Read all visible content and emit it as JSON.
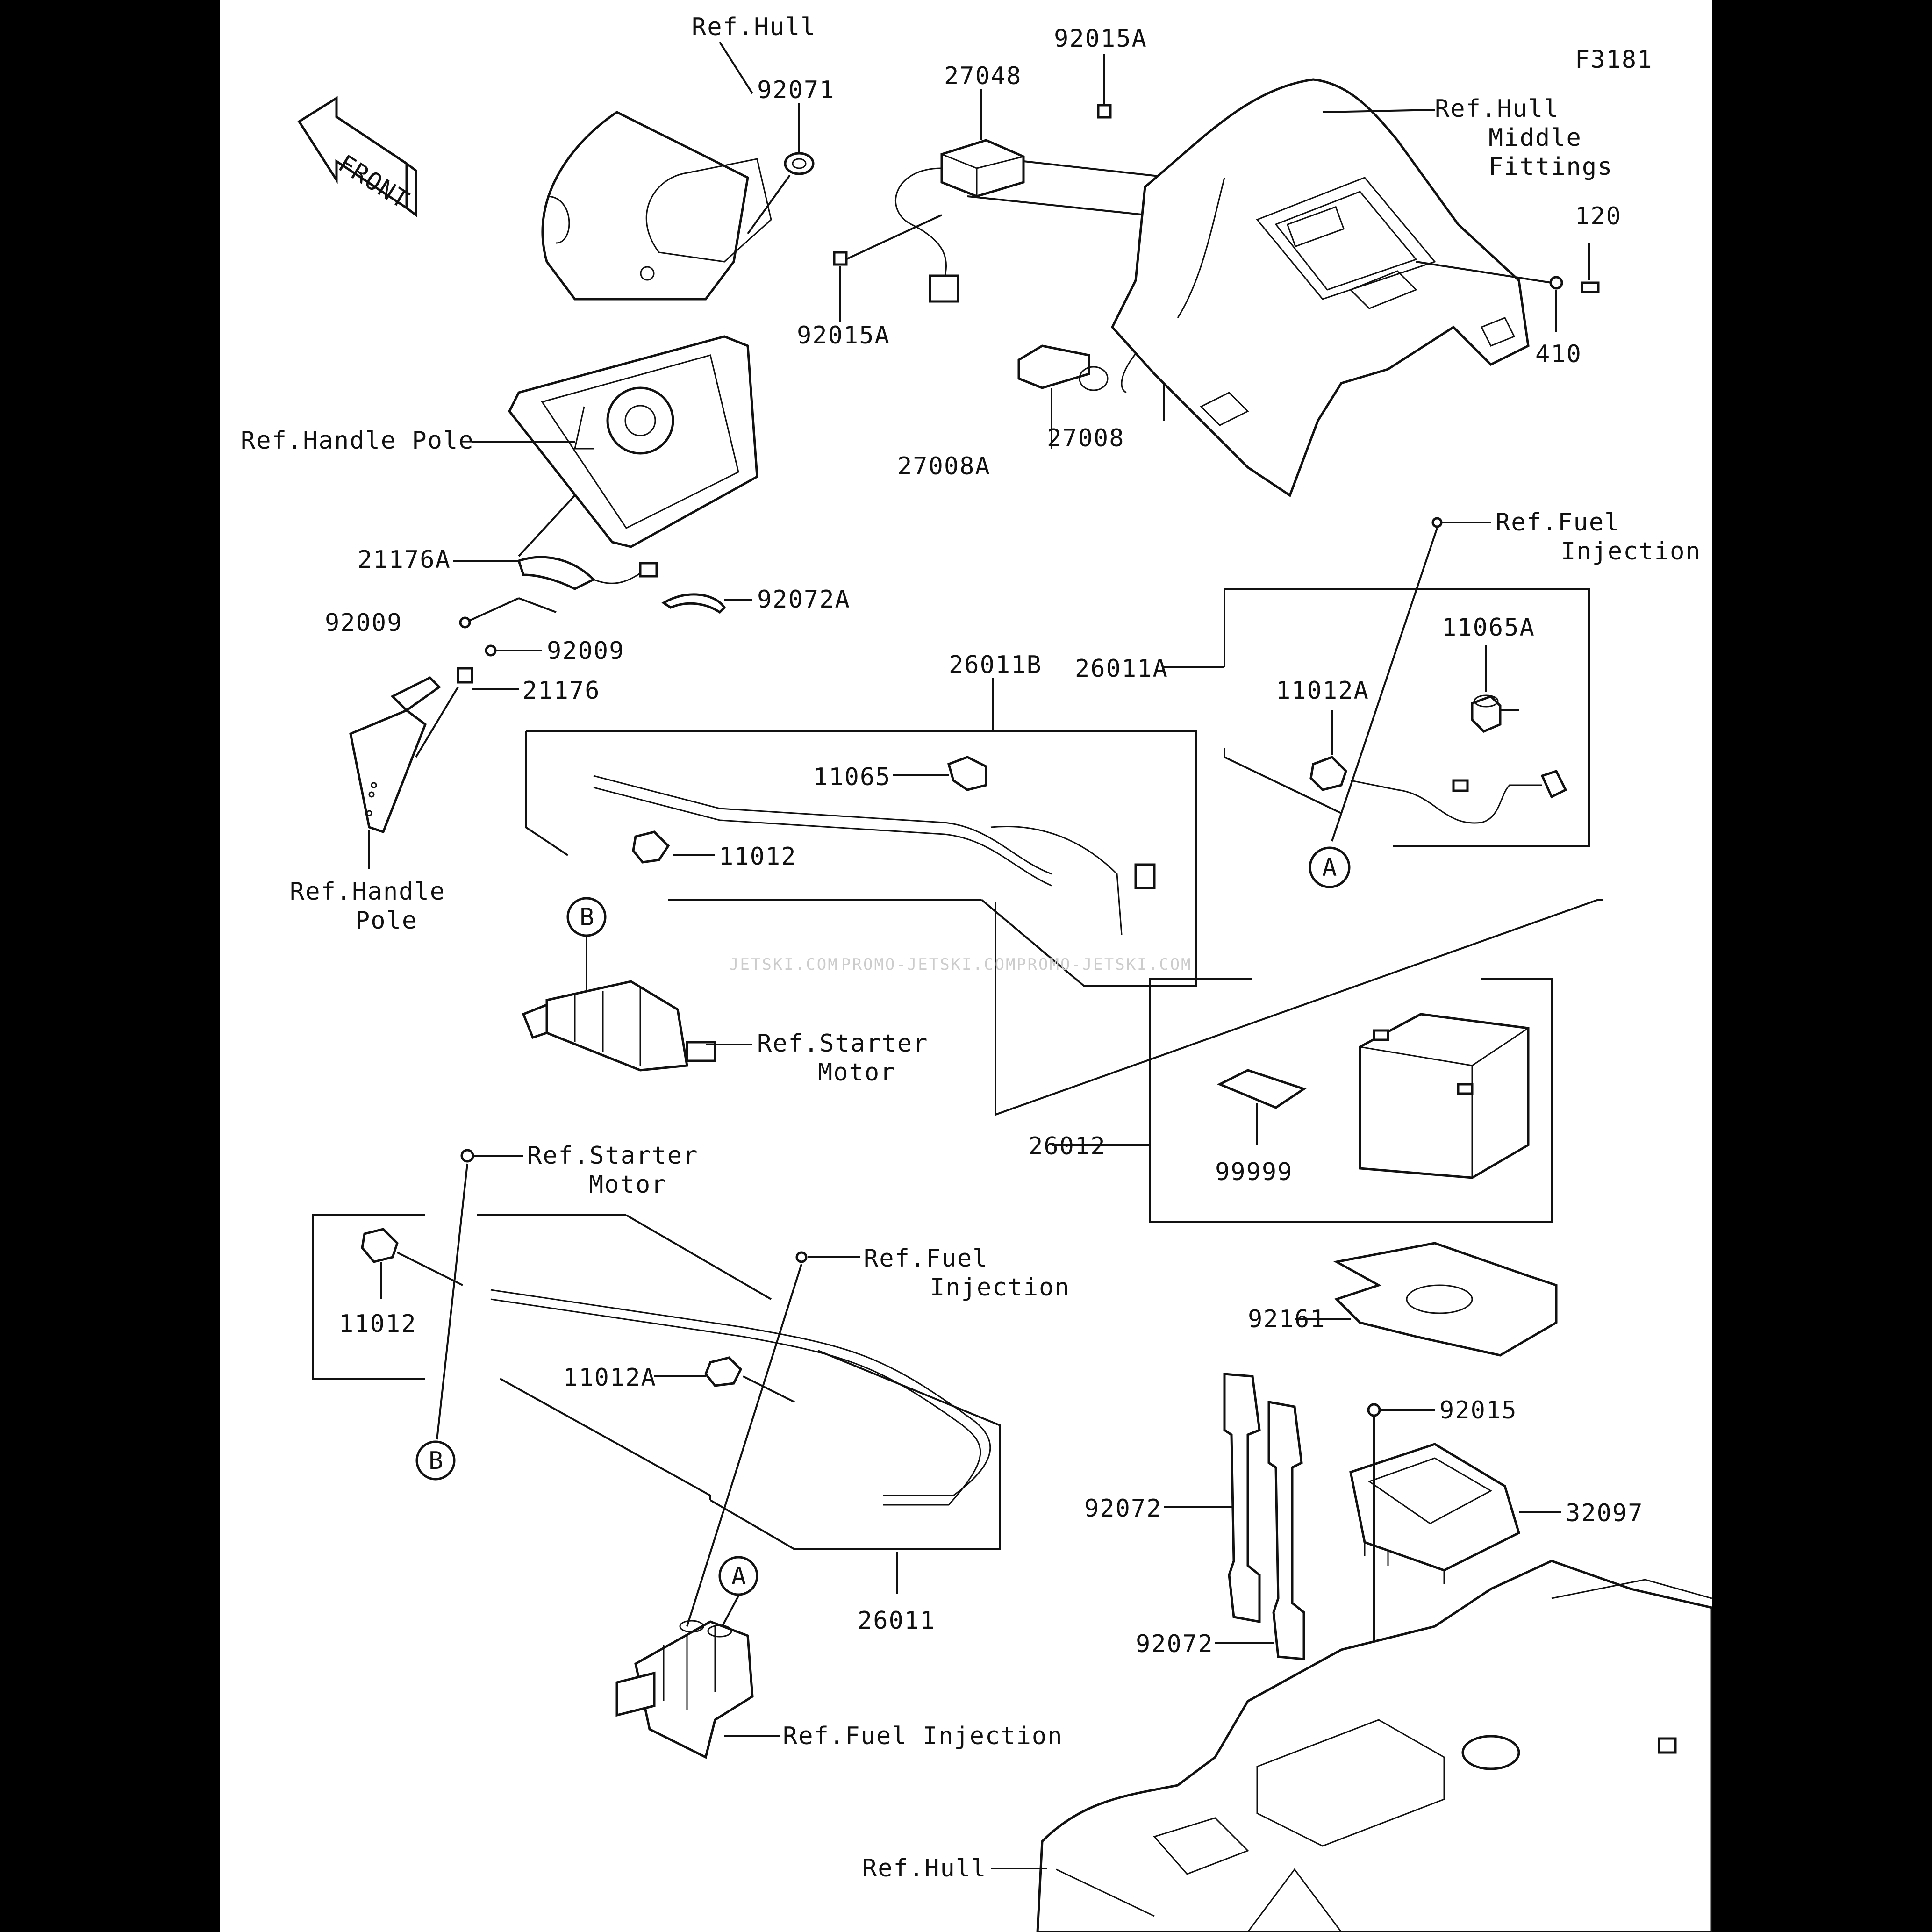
{
  "figure_id": "F3181",
  "front_arrow": "FRONT",
  "watermark": [
    "JETSKI.COM",
    "PROMO-JETSKI.COM",
    "PROMO-JETSKI.COM"
  ],
  "callouts": {
    "A": "A",
    "B": "B"
  },
  "labels": {
    "ref_hull_top": "Ref.Hull",
    "p92071": "92071",
    "p27048": "27048",
    "p92015A_top": "92015A",
    "p92015A_bottom": "92015A",
    "ref_hull_middle_1": "Ref.Hull",
    "ref_hull_middle_2": "Middle",
    "ref_hull_middle_3": "Fittings",
    "p120": "120",
    "p410": "410",
    "p27008": "27008",
    "p27008A": "27008A",
    "ref_handle_pole": "Ref.Handle Pole",
    "p21176A": "21176A",
    "p92009_a": "92009",
    "p92072A": "92072A",
    "p92009_b": "92009",
    "p21176": "21176",
    "ref_handle_pole_2a": "Ref.Handle",
    "ref_handle_pole_2b": "Pole",
    "ref_fuel_inj_1a": "Ref.Fuel",
    "ref_fuel_inj_1b": "Injection",
    "p11065A": "11065A",
    "p26011A": "26011A",
    "p11012A_top": "11012A",
    "p26011B": "26011B",
    "p11065": "11065",
    "p11012_top": "11012",
    "ref_starter_1a": "Ref.Starter",
    "ref_starter_1b": "Motor",
    "p26012": "26012",
    "p99999": "99999",
    "ref_starter_2a": "Ref.Starter",
    "ref_starter_2b": "Motor",
    "ref_fuel_inj_2a": "Ref.Fuel",
    "ref_fuel_inj_2b": "Injection",
    "p11012_bottom": "11012",
    "p11012A_bottom": "11012A",
    "p92161": "92161",
    "p92015": "92015",
    "p32097": "32097",
    "p92072_a": "92072",
    "p92072_b": "92072",
    "p26011": "26011",
    "ref_fuel_inj_3": "Ref.Fuel Injection",
    "ref_hull_bottom": "Ref.Hull"
  }
}
